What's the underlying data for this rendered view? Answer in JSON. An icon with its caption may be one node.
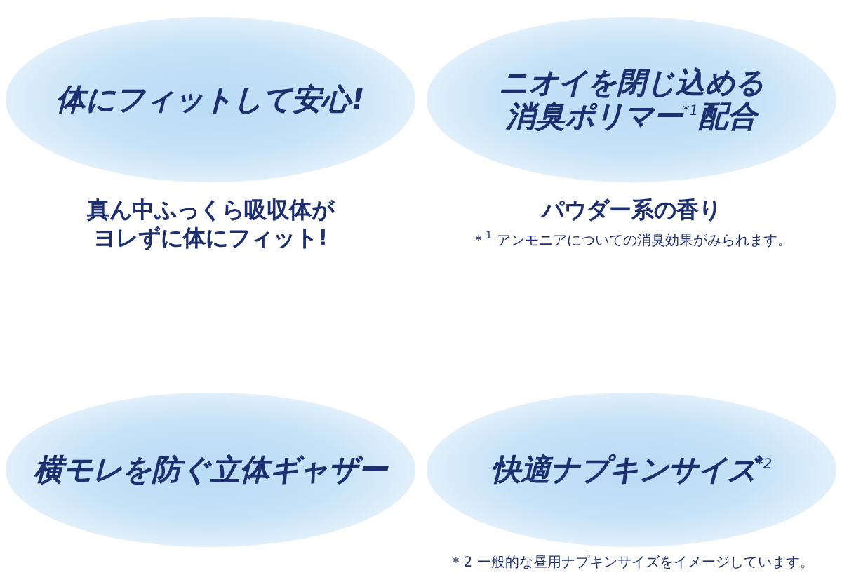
{
  "diagram": {
    "nodes": [
      {
        "text": [
          "体にフィットして安心!"
        ],
        "beside": [
          "真ん中ふっくら吸収体がヨレずに体にフィット!"
        ]
      },
      {
        "text": [
          "ニオイを閉じ込める消臭ポリマー$^{*1}$配合"
        ],
        "beside": [
          "パウダー系の香り",
          "＊$^{1}$ アンモニアについての消臭効果がみられます。"
        ]
      },
      {
        "text": [
          "横モレを防ぐ立体ギャザー"
        ]
      },
      {
        "text": [
          "快適ナプキンサイズ$^{*2}$"
        ],
        "beside": [
          "＊2 一般的な昼用ナプキンサイズをイメージしています。"
        ]
      }
    ]
  }
}
